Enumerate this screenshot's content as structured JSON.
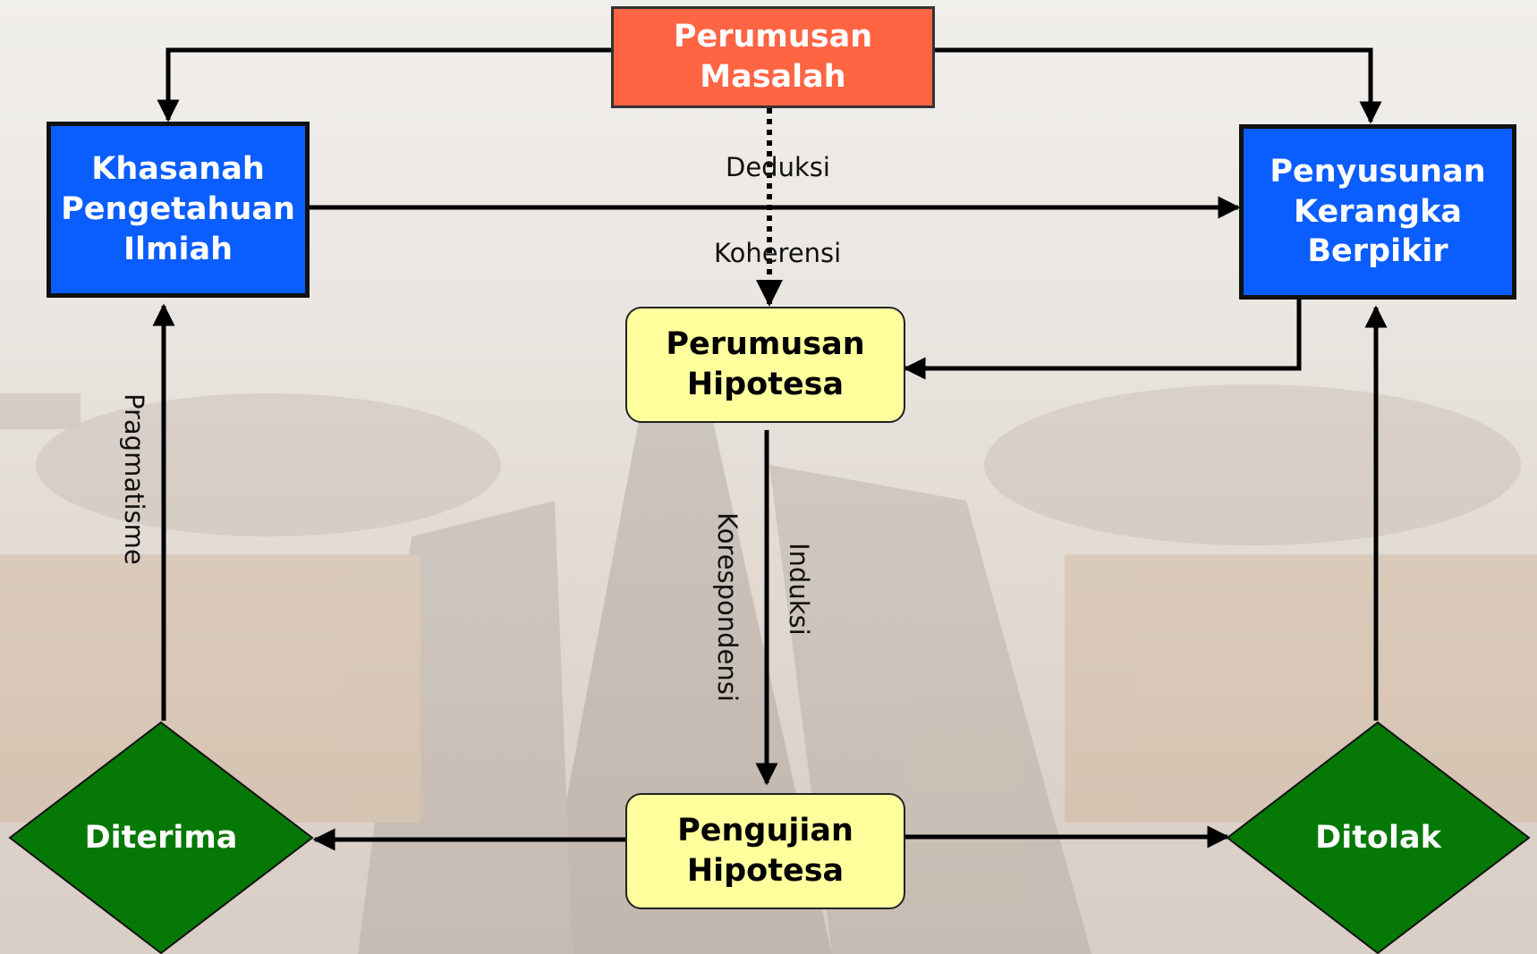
{
  "nodes": {
    "perumusan_masalah": {
      "line1": "Perumusan",
      "line2": "Masalah"
    },
    "khasanah": {
      "line1": "Khasanah",
      "line2": "Pengetahuan",
      "line3": "Ilmiah"
    },
    "penyusunan": {
      "line1": "Penyusunan",
      "line2": "Kerangka",
      "line3": "Berpikir"
    },
    "perumusan_hipotesa": {
      "line1": "Perumusan",
      "line2": "Hipotesa"
    },
    "pengujian_hipotesa": {
      "line1": "Pengujian",
      "line2": "Hipotesa"
    },
    "diterima": "Diterima",
    "ditolak": "Ditolak"
  },
  "edge_labels": {
    "deduksi": "Deduksi",
    "koherensi": "Koherensi",
    "pragmatisme": "Pragmatisme",
    "korespondensi": "Korespondensi",
    "induksi": "Induksi"
  },
  "colors": {
    "problem": "#ff6443",
    "knowledge": "#0a5dff",
    "hypothesis": "#ffff9e",
    "decision": "#067806"
  }
}
